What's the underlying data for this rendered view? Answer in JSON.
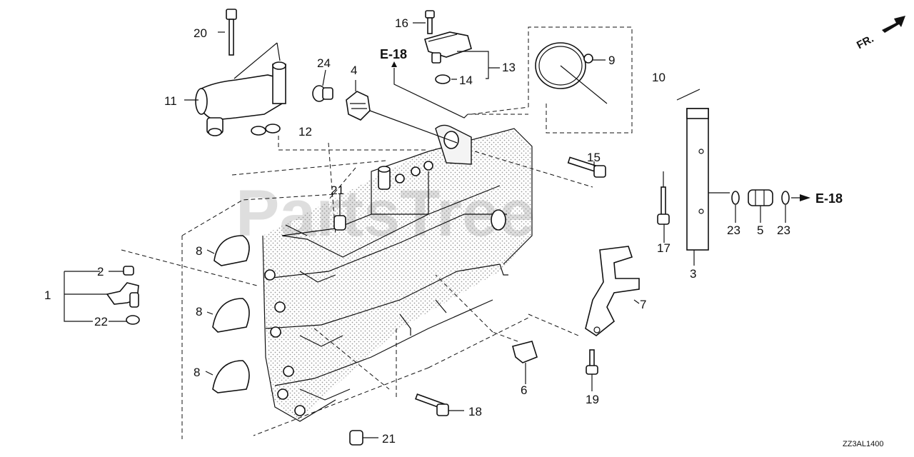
{
  "watermark": "PartsTree",
  "direction_label": "FR.",
  "drawing_code": "ZZ3AL1400",
  "references": [
    "E-18",
    "E-18"
  ],
  "callouts": [
    "20",
    "16",
    "24",
    "4",
    "13",
    "9",
    "10",
    "11",
    "14",
    "12",
    "15",
    "21",
    "2",
    "1",
    "22",
    "8",
    "8",
    "8",
    "17",
    "23",
    "5",
    "23",
    "3",
    "7",
    "6",
    "19",
    "18",
    "21"
  ]
}
